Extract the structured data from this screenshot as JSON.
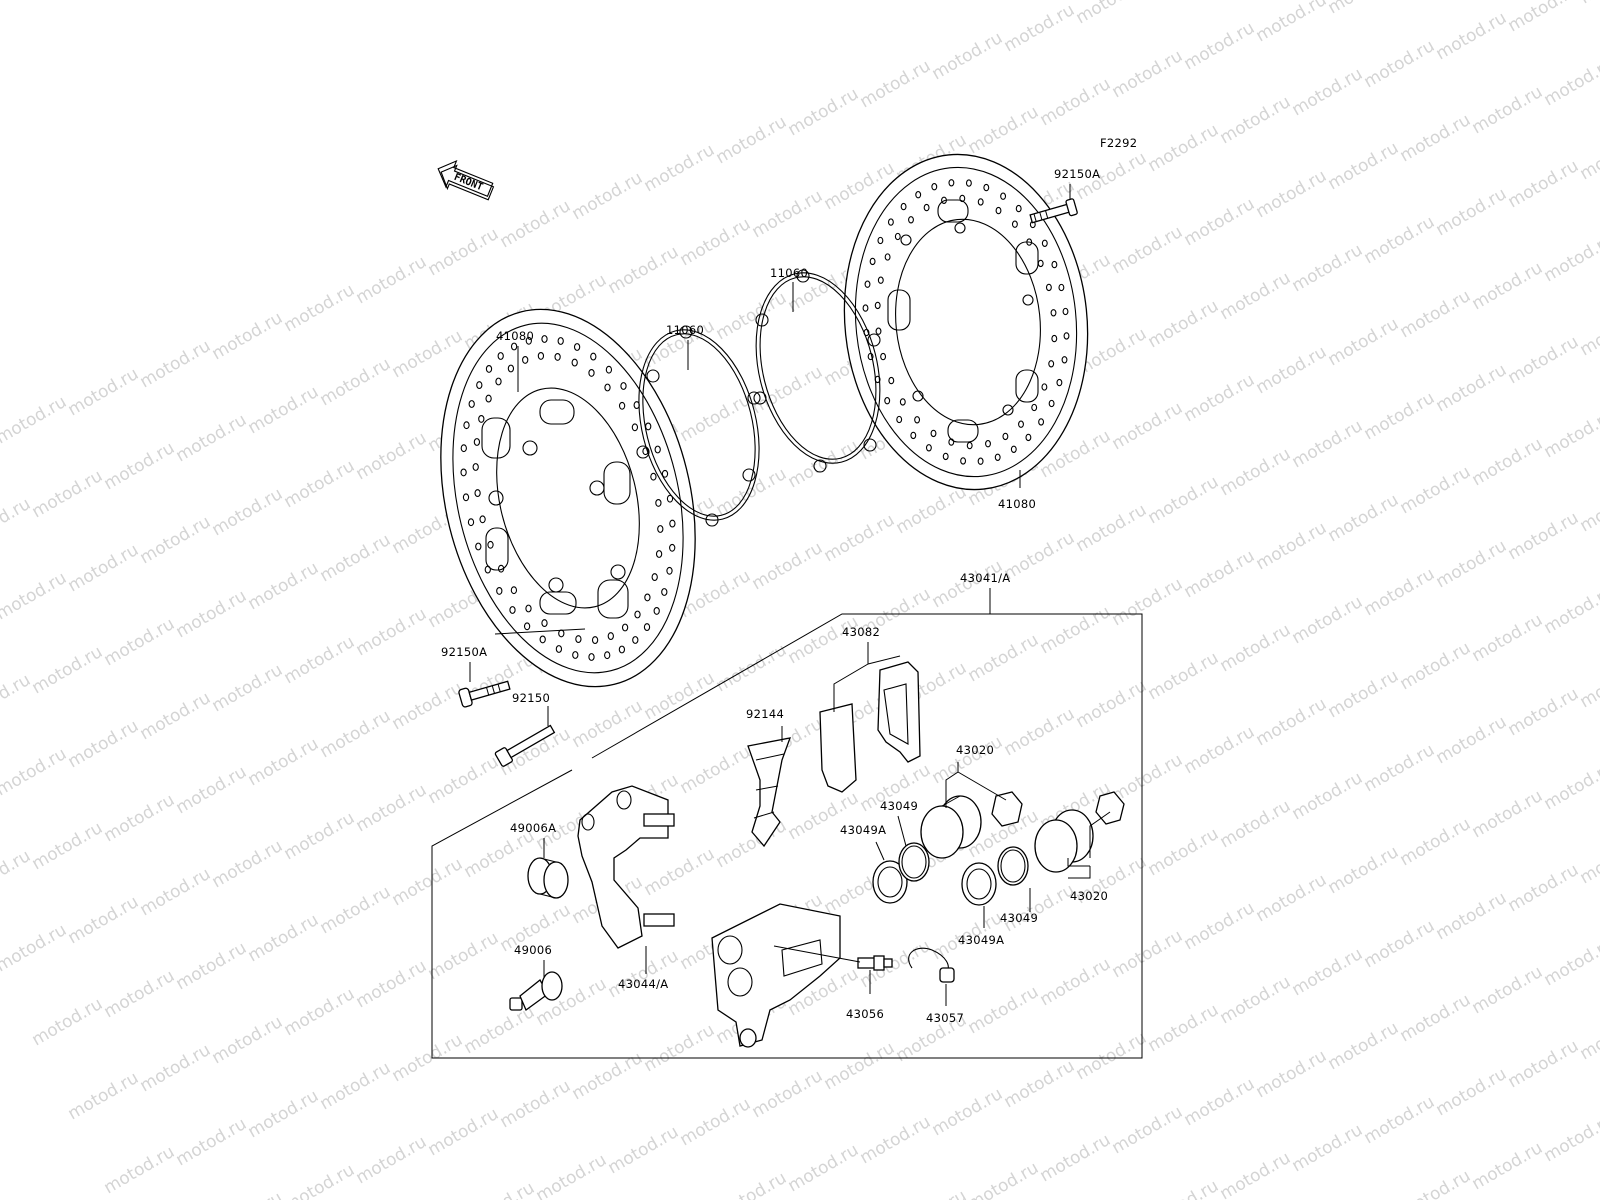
{
  "watermark": {
    "text": "motod.ru",
    "color": "#d4d4d4"
  },
  "figure_code": "F2292",
  "front_arrow_label": "FRONT",
  "callouts": {
    "disc_left": "41080",
    "disc_right": "41080",
    "gasket_left": "11060",
    "gasket_right": "11060",
    "bolt_disc_right": "92150A",
    "bolt_disc_left": "92150A",
    "bolt_bracket": "92150",
    "caliper_assy": "43041/A",
    "pads": "43082",
    "spring": "92144",
    "piston_top": "43020",
    "piston_right": "43020",
    "seal_top": "43049",
    "seal_top_a": "43049A",
    "seal_bottom": "43049",
    "seal_bottom_a": "43049A",
    "boot": "49006A",
    "pin": "49006",
    "bracket": "43044/A",
    "bleeder": "43056",
    "cap": "43057"
  }
}
